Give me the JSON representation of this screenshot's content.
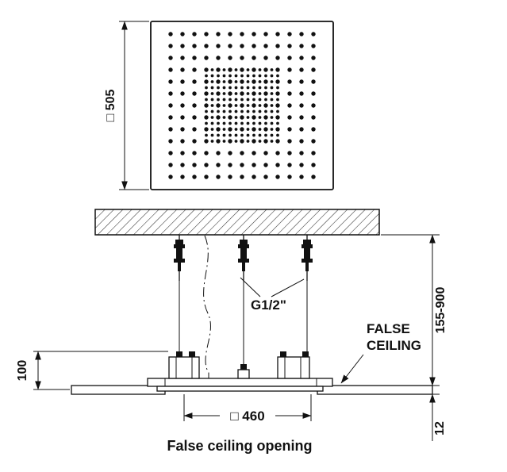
{
  "labels": {
    "head_size": "□ 505",
    "thread": "G1/2\"",
    "false_ceiling_1": "FALSE",
    "false_ceiling_2": "CEILING",
    "drop_range": "155-900",
    "box_height": "100",
    "panel_thickness": "12",
    "opening_size": "□ 460",
    "caption": "False ceiling opening"
  }
}
